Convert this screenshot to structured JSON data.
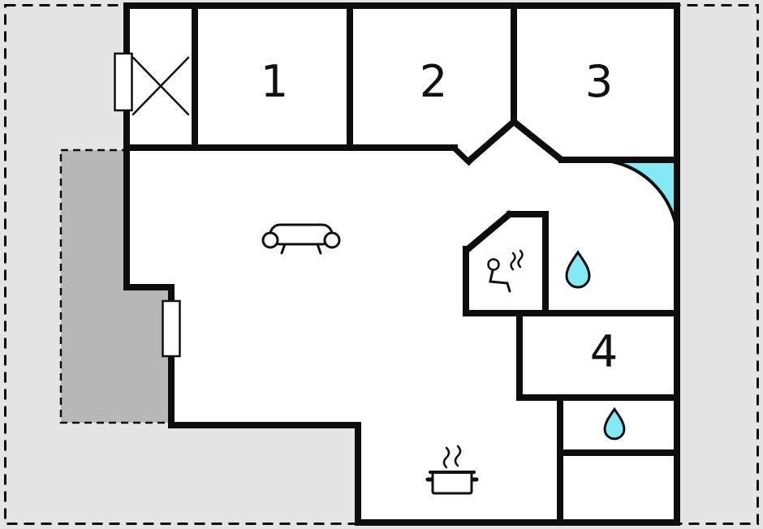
{
  "floorplan": {
    "rooms": [
      {
        "id": "room-1",
        "label": "1"
      },
      {
        "id": "room-2",
        "label": "2"
      },
      {
        "id": "room-3",
        "label": "3"
      },
      {
        "id": "room-4",
        "label": "4"
      }
    ],
    "colors": {
      "background": "#e5e5e5",
      "floor": "#ffffff",
      "wall": "#0d0d0d",
      "terrace": "#b7b7b7",
      "water": "#84e9f2",
      "line": "#111111"
    },
    "icons": [
      "x-marker-icon",
      "window-icon",
      "window-icon",
      "sofa-icon",
      "sauna-steam-icon",
      "shower-icon",
      "water-drop-icon",
      "water-drop-icon",
      "cooking-pot-icon"
    ]
  }
}
